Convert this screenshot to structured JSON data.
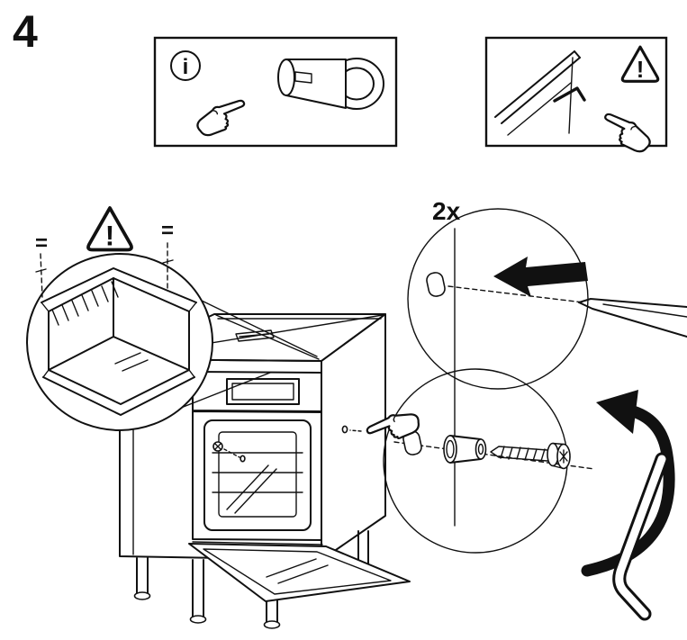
{
  "page": {
    "step_number": "4",
    "quantity_label": "2x",
    "background_color": "#ffffff",
    "line_color": "#111111"
  },
  "symbols": {
    "info_glyph": "i",
    "warning_glyph": "!",
    "equals_left": "=",
    "equals_right": "="
  },
  "icons": {
    "info_icon": "circled letter i",
    "warning_icon": "triangle with exclamation mark",
    "pointing_hand_icon": "hand with extended index finger",
    "direction_arrow_icon": "solid black arrow pointing left at fastener hole",
    "rotation_arrow_icon": "thick curved clockwise rotation arrow",
    "screwdriver_icon": "flat screwdriver blade",
    "torx_key_icon": "L-shaped torx key",
    "screw_icon": "threaded screw with torx head",
    "grommet_icon": "cylindrical sleeve fastener with flange"
  }
}
